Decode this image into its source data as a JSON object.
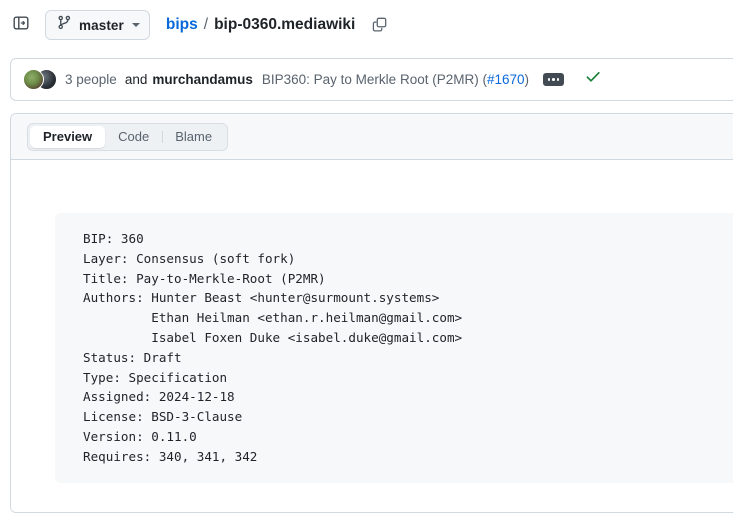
{
  "topbar": {
    "sidebar_toggle_icon": "sidebar-expand-icon",
    "branch": {
      "icon": "git-branch-icon",
      "name": "master",
      "caret_icon": "chevron-down-icon"
    },
    "breadcrumb": {
      "repo": "bips",
      "separator": "/",
      "file": "bip-0360.mediawiki"
    },
    "copy_icon": "copy-path-icon"
  },
  "commit": {
    "people_label": "3 people",
    "and_label": "and",
    "author": "murchandamus",
    "message_prefix": "BIP360: Pay to Merkle Root (P2MR) (",
    "pr_link": "#1670",
    "message_suffix": ")",
    "ellipsis_icon": "commit-expand-icon",
    "status_icon": "check-success-icon",
    "status_color": "#1a7f37"
  },
  "panel": {
    "tabs": [
      {
        "label": "Preview",
        "active": true
      },
      {
        "label": "Code",
        "active": false
      },
      {
        "label": "Blame",
        "active": false
      }
    ],
    "content": "BIP: 360\nLayer: Consensus (soft fork)\nTitle: Pay-to-Merkle-Root (P2MR)\nAuthors: Hunter Beast <hunter@surmount.systems>\n         Ethan Heilman <ethan.r.heilman@gmail.com>\n         Isabel Foxen Duke <isabel.duke@gmail.com>\nStatus: Draft\nType: Specification\nAssigned: 2024-12-18\nLicense: BSD-3-Clause\nVersion: 0.11.0\nRequires: 340, 341, 342"
  },
  "colors": {
    "link": "#0969da",
    "muted": "#59636e",
    "text": "#1f2328",
    "border": "#d1d9e0",
    "surface": "#f6f8fa",
    "success": "#1a7f37"
  }
}
